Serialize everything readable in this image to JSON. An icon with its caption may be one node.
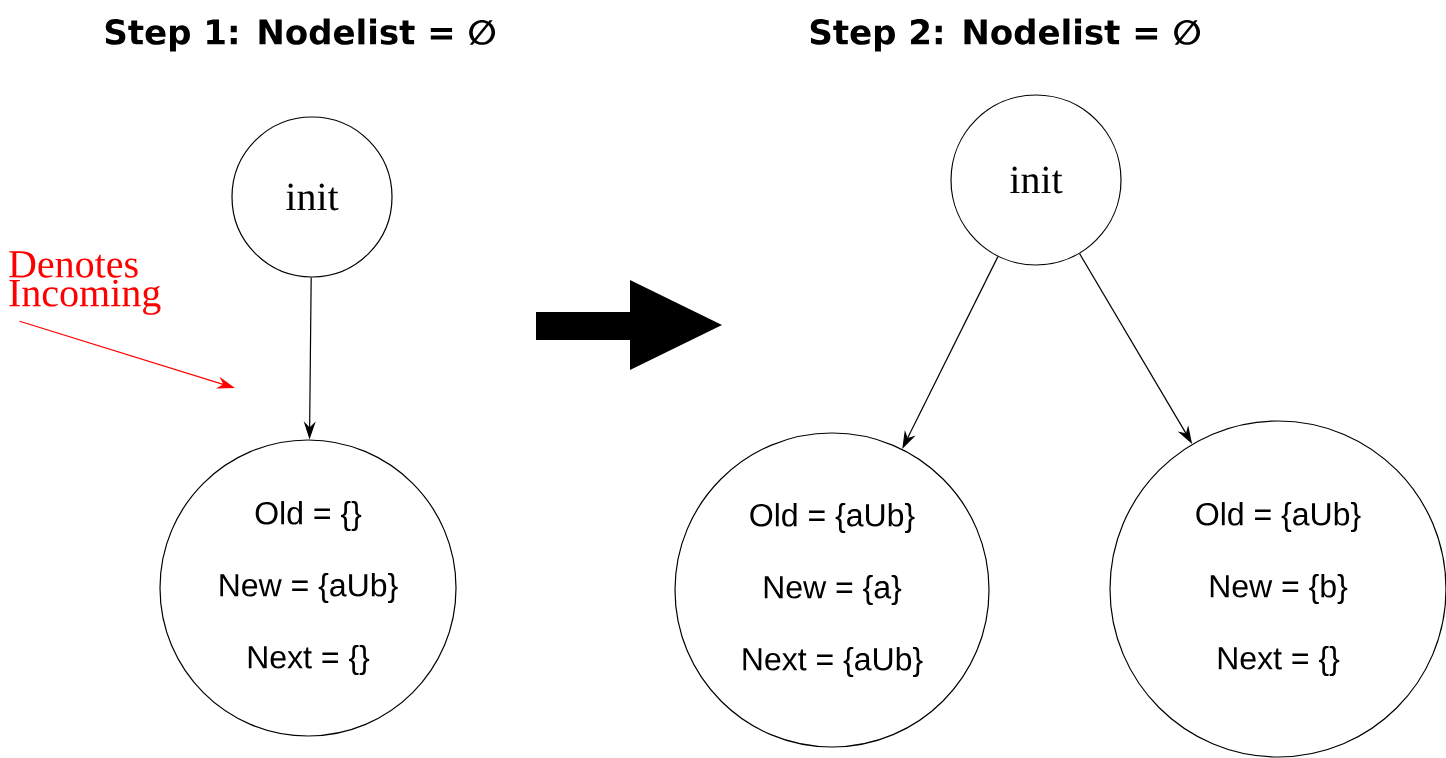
{
  "diagram": {
    "nodes": [
      {
        "text": [
          "init"
        ]
      },
      {
        "text": [
          "Old = {}",
          "New = {aUb}",
          "Next = {}"
        ]
      },
      {
        "text": [
          "Denotes Incoming"
        ]
      },
      {
        "text": [
          "init"
        ]
      },
      {
        "text": [
          "Old = {aUb}",
          "New = {a}",
          "Next = {aUb}"
        ]
      },
      {
        "text": [
          "Old = {aUb}",
          "New = {b}",
          "Next = {}"
        ]
      }
    ],
    "edges": [
      {
        "from": 0,
        "to": 1,
        "arrow": "to"
      },
      {
        "from": 3,
        "to": 4,
        "arrow": "to"
      },
      {
        "from": 3,
        "to": 5,
        "arrow": "to"
      },
      {
        "from": 2,
        "to": null,
        "arrow": "to",
        "color": "#ff0000"
      }
    ],
    "labels": [
      "Step 1: Nodelist = ∅",
      "Step 2: Nodelist = ∅"
    ]
  }
}
